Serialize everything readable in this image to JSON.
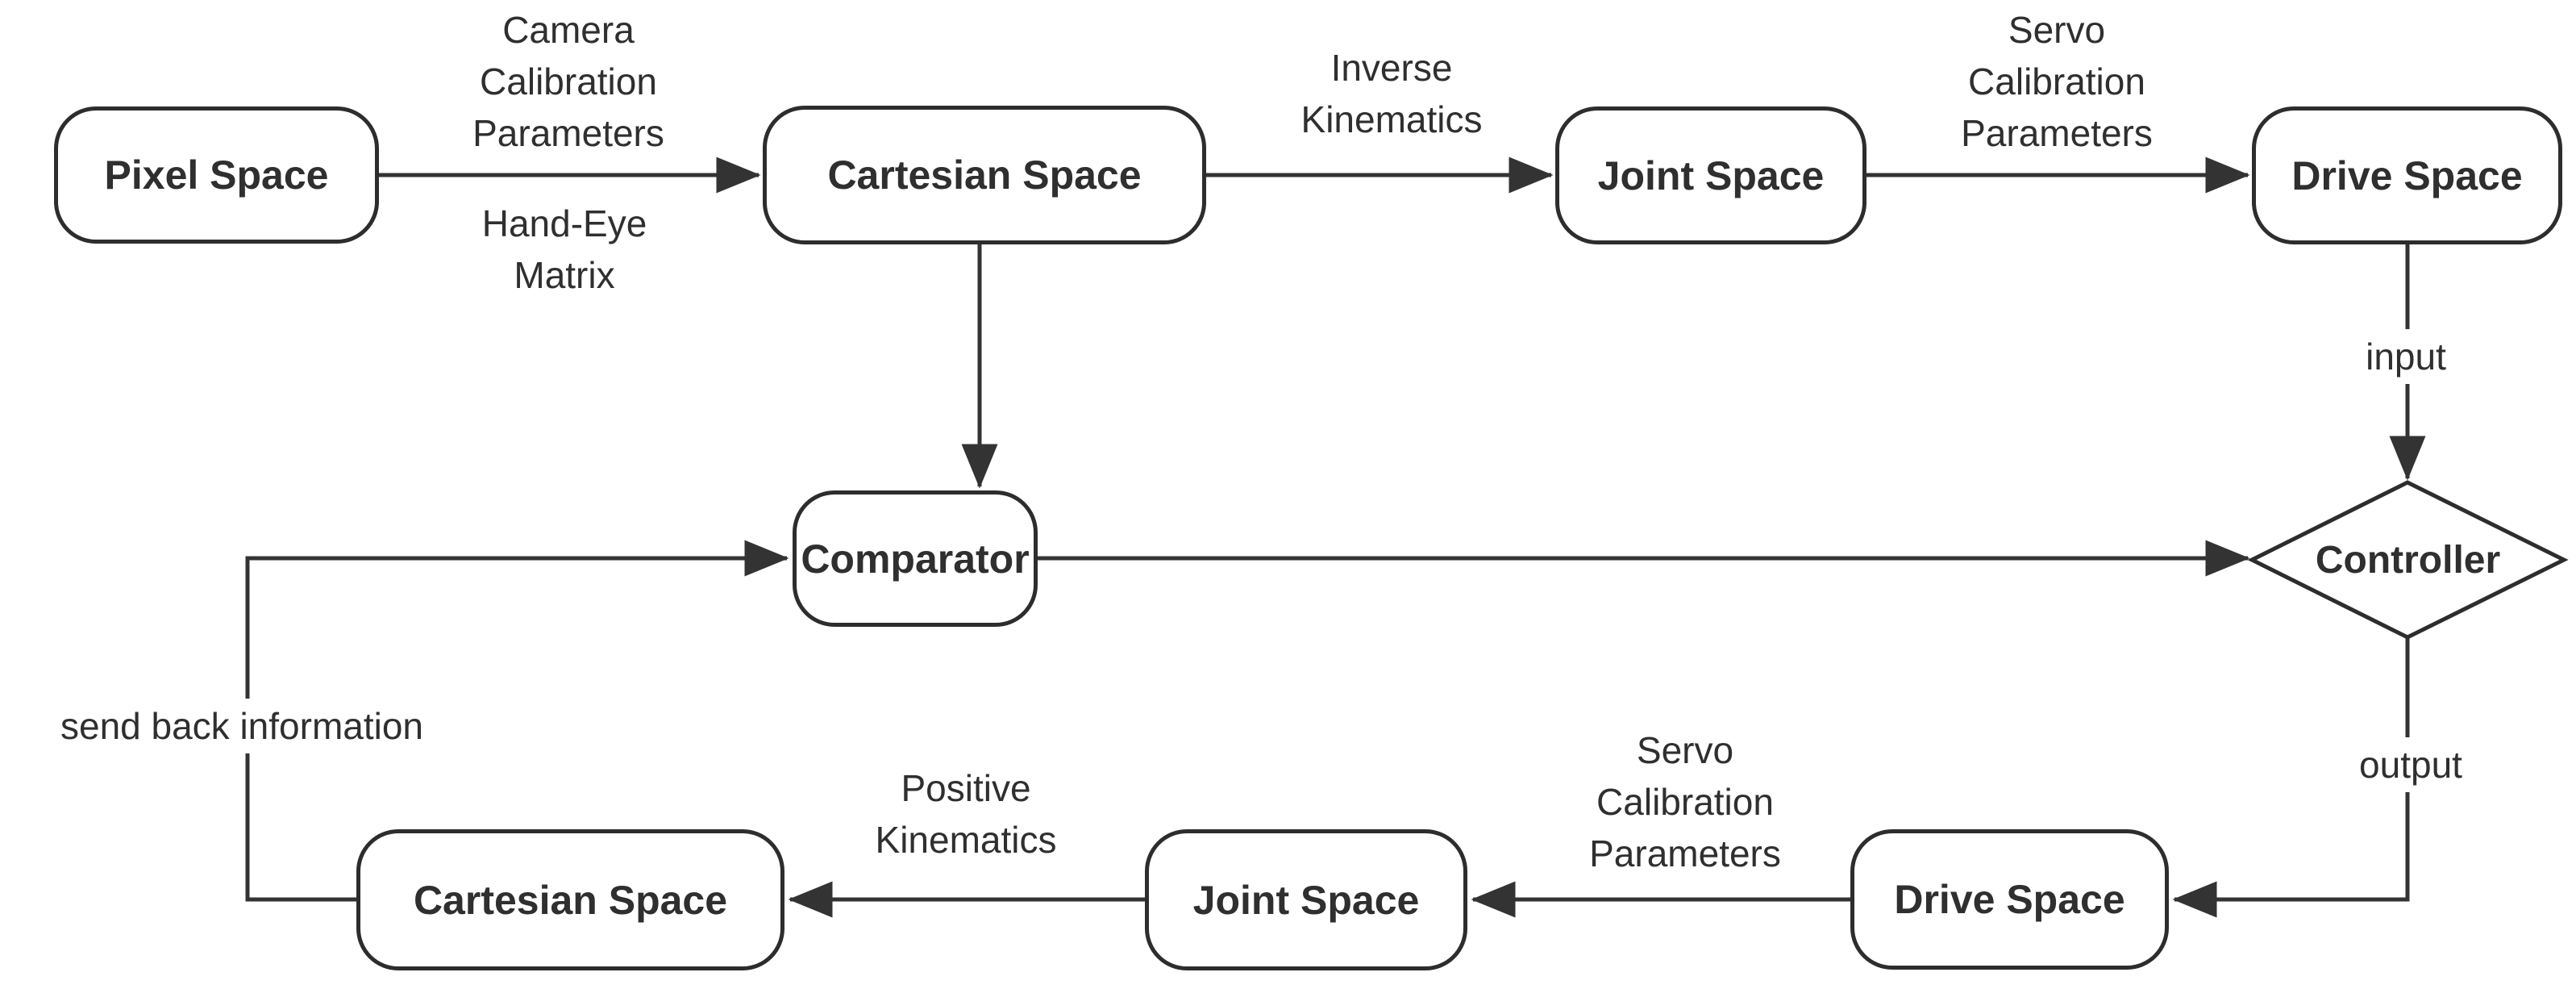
{
  "diagram": {
    "nodes": {
      "pixel_space": "Pixel Space",
      "cartesian_space_top": "Cartesian Space",
      "joint_space_top": "Joint Space",
      "drive_space_top": "Drive Space",
      "comparator": "Comparator",
      "controller": "Controller",
      "drive_space_bottom": "Drive Space",
      "joint_space_bottom": "Joint Space",
      "cartesian_space_bottom": "Cartesian Space"
    },
    "edge_labels": {
      "camera_calibration": "Camera\nCalibration\nParameters",
      "hand_eye_matrix": "Hand-Eye\nMatrix",
      "inverse_kinematics": "Inverse\nKinematics",
      "servo_calibration_top": "Servo\nCalibration\nParameters",
      "input": "input",
      "output": "output",
      "servo_calibration_bottom": "Servo\nCalibration\nParameters",
      "positive_kinematics": "Positive\nKinematics",
      "send_back_information": "send back information"
    },
    "colors": {
      "background": "#ffffff",
      "line": "#333333",
      "node_border": "#2d2d2d",
      "text": "#2f2f2f"
    }
  }
}
